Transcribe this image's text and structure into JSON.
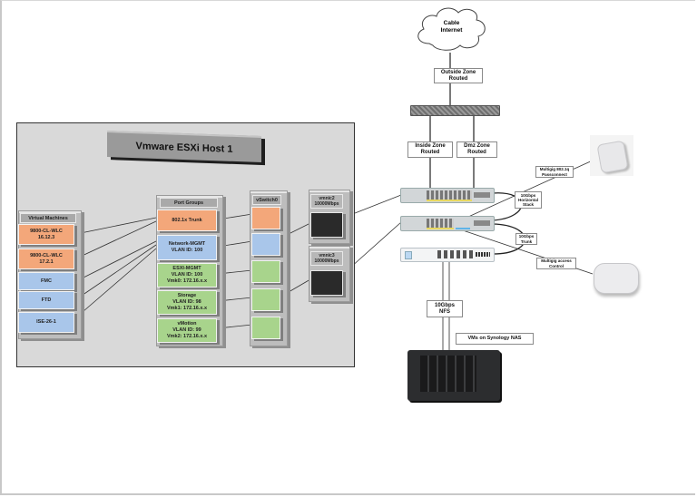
{
  "diagram": {
    "host": {
      "title": "Vmware ESXi Host 1",
      "virtual_machines": {
        "header": "Virtual Machines",
        "items": [
          {
            "label": "9800-CL-WLC\n16.12.3",
            "color": "#f3a77a"
          },
          {
            "label": "9800-CL-WLC\n17.2.1",
            "color": "#f3a77a"
          },
          {
            "label": "FMC",
            "color": "#a9c6ea"
          },
          {
            "label": "FTD",
            "color": "#a9c6ea"
          },
          {
            "label": "ISE-26-1",
            "color": "#a9c6ea"
          }
        ]
      },
      "port_groups": {
        "header": "Port Groups",
        "items": [
          {
            "label": "802.1x Trunk",
            "color": "#f3a77a"
          },
          {
            "label": "Network-MGMT\nVLAN ID: 100",
            "color": "#a9c6ea"
          },
          {
            "label": "ESXI-MGMT\nVLAN ID: 100\nVmk0: 172.16.x.x",
            "color": "#a8d48c"
          },
          {
            "label": "Storage\nVLAN ID: 98\nVmk1: 172.16.x.x",
            "color": "#a8d48c"
          },
          {
            "label": "vMotion\nVLAN ID: 99\nVmk2: 172.16.x.x",
            "color": "#a8d48c"
          }
        ]
      },
      "vswitch": {
        "header": "vSwitch0"
      },
      "nics": [
        {
          "label": "vmnic2\n10000Mbps"
        },
        {
          "label": "vmnic3\n10000Mbps"
        }
      ]
    },
    "network": {
      "cloud": "Cable\nInternet",
      "outside_zone": "Outside Zone\nRouted",
      "inside_zone": "Inside Zone\nRouted",
      "dmz_zone": "Dmz Zone\nRouted",
      "link_passconnect": "Multigig 802.1q\nPassconnect",
      "link_stack": "10Gbps\nHorizontal\nStack",
      "link_trunk": "10Gbps\nTrunk",
      "link_access": "Multigig access\nControl",
      "link_nfs": "10Gbps\nNFS",
      "nas_label": "VMs on Synology NAS"
    }
  }
}
